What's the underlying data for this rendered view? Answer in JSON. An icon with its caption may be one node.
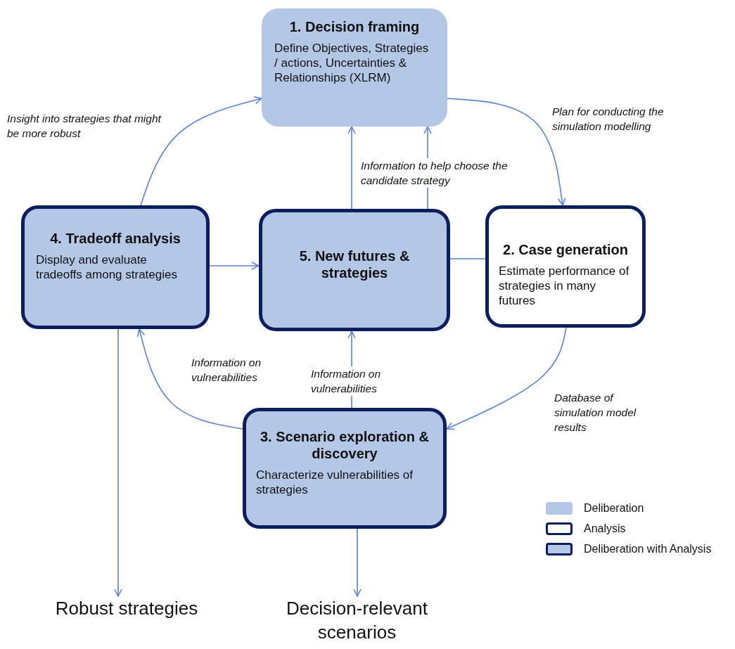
{
  "diagram": {
    "nodes": [
      {
        "text": [
          "1. Decision framing",
          "Define Objectives, Strategies / actions, Uncertainties & Relationships (XLRM)"
        ]
      },
      {
        "text": [
          "2. Case generation",
          "Estimate performance of strategies in many futures"
        ]
      },
      {
        "text": [
          "3. Scenario exploration & discovery",
          "Characterize vulnerabilities of strategies"
        ]
      },
      {
        "text": [
          "4. Tradeoff analysis",
          "Display and evaluate tradeoffs among strategies"
        ]
      },
      {
        "text": [
          "5. New futures & strategies"
        ]
      },
      {
        "text": [
          "Robust strategies"
        ]
      },
      {
        "text": [
          "Decision-relevant scenarios"
        ]
      }
    ],
    "edges": [
      {
        "from": 3,
        "to": 0,
        "arrow": "to",
        "label": "Insight into strategies that might be more robust"
      },
      {
        "from": 0,
        "to": 1,
        "arrow": "to",
        "label": "Plan for conducting the simulation modelling"
      },
      {
        "from": 1,
        "to": 2,
        "arrow": "to",
        "label": "Database of simulation model results"
      },
      {
        "from": 2,
        "to": 3,
        "arrow": "to",
        "label": "Information on vulnerabilities"
      },
      {
        "from": 2,
        "to": 4,
        "arrow": "to",
        "label": "Information on vulnerabilities"
      },
      {
        "from": 3,
        "to": 4,
        "arrow": "to"
      },
      {
        "from": 4,
        "to": 0,
        "arrow": "to"
      },
      {
        "from": 4,
        "to": 0,
        "arrow": "to",
        "label": "Information to help choose the candidate strategy"
      },
      {
        "from": 4,
        "to": 1,
        "arrow": "none"
      },
      {
        "from": 3,
        "to": 5,
        "arrow": "to"
      },
      {
        "from": 2,
        "to": 6,
        "arrow": "to"
      }
    ],
    "legend": [
      {
        "text": "Deliberation",
        "color": "#b4c7e7"
      },
      {
        "text": "Analysis"
      },
      {
        "text": "Deliberation with Analysis"
      }
    ]
  }
}
